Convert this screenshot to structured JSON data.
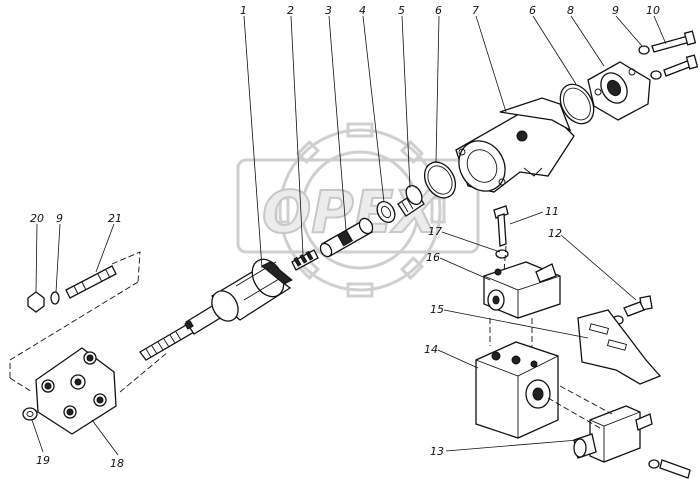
{
  "diagram": {
    "watermark_text": "OPEX",
    "callouts": [
      {
        "id": "c1",
        "label": "1"
      },
      {
        "id": "c2",
        "label": "2"
      },
      {
        "id": "c3",
        "label": "3"
      },
      {
        "id": "c4",
        "label": "4"
      },
      {
        "id": "c5",
        "label": "5"
      },
      {
        "id": "c6a",
        "label": "6"
      },
      {
        "id": "c7",
        "label": "7"
      },
      {
        "id": "c6b",
        "label": "6"
      },
      {
        "id": "c8",
        "label": "8"
      },
      {
        "id": "c9a",
        "label": "9"
      },
      {
        "id": "c10",
        "label": "10"
      },
      {
        "id": "c11",
        "label": "11"
      },
      {
        "id": "c12",
        "label": "12"
      },
      {
        "id": "c13",
        "label": "13"
      },
      {
        "id": "c14",
        "label": "14"
      },
      {
        "id": "c15",
        "label": "15"
      },
      {
        "id": "c16",
        "label": "16"
      },
      {
        "id": "c17",
        "label": "17"
      },
      {
        "id": "c18",
        "label": "18"
      },
      {
        "id": "c19",
        "label": "19"
      },
      {
        "id": "c20",
        "label": "20"
      },
      {
        "id": "c9b",
        "label": "9"
      },
      {
        "id": "c21",
        "label": "21"
      }
    ]
  }
}
